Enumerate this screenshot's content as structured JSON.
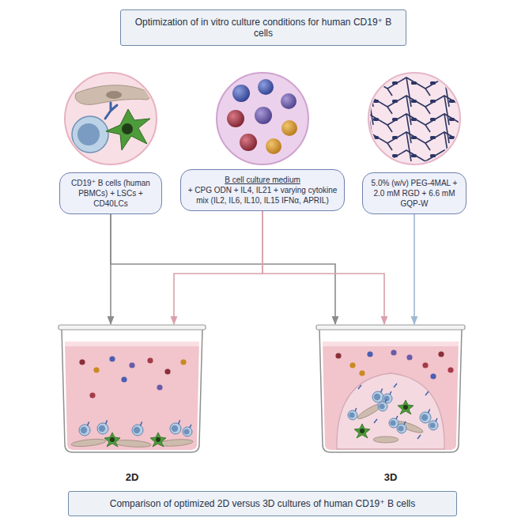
{
  "diagram": {
    "title": "Optimization of in vitro culture conditions for human CD19⁺ B cells",
    "caption": "Comparison of optimized 2D versus 3D cultures of human CD19⁺ B cells",
    "nodes": [
      {
        "text": [
          "CD19⁺ B cells (human PBMCs) + LSCs + CD40LCs"
        ]
      },
      {
        "text": [
          "B cell culture medium",
          "+ CPG ODN + IL4, IL21 + varying cytokine mix (IL2, IL6, IL10, IL15 IFNα, APRIL)"
        ]
      },
      {
        "text": [
          "5.0% (w/v) PEG-4MAL + 2.0 mM RGD + 6.6 mM GQP-W"
        ]
      },
      {
        "text": [
          "2D"
        ]
      },
      {
        "text": [
          "3D"
        ]
      }
    ],
    "edges": [
      {
        "from": 0,
        "to": 3,
        "arrow": "to"
      },
      {
        "from": 0,
        "to": 4,
        "arrow": "to"
      },
      {
        "from": 1,
        "to": 3,
        "arrow": "to"
      },
      {
        "from": 1,
        "to": 4,
        "arrow": "to"
      },
      {
        "from": 2,
        "to": 4,
        "arrow": "to"
      }
    ]
  }
}
